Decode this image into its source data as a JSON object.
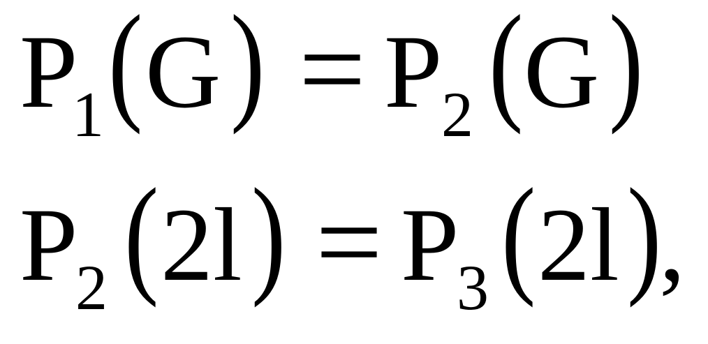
{
  "equations": [
    {
      "lhs": {
        "symbol": "P",
        "subscript": "1",
        "open": "(",
        "argument": "G",
        "close": ")"
      },
      "relation": "=",
      "rhs": {
        "symbol": "P",
        "subscript": "2",
        "open": "(",
        "argument": "G",
        "close": ")"
      },
      "trailing": ""
    },
    {
      "lhs": {
        "symbol": "P",
        "subscript": "2",
        "open": "(",
        "argument": "2l",
        "close": ")"
      },
      "relation": "=",
      "rhs": {
        "symbol": "P",
        "subscript": "3",
        "open": "(",
        "argument": "2l",
        "close": ")"
      },
      "trailing": ","
    }
  ]
}
